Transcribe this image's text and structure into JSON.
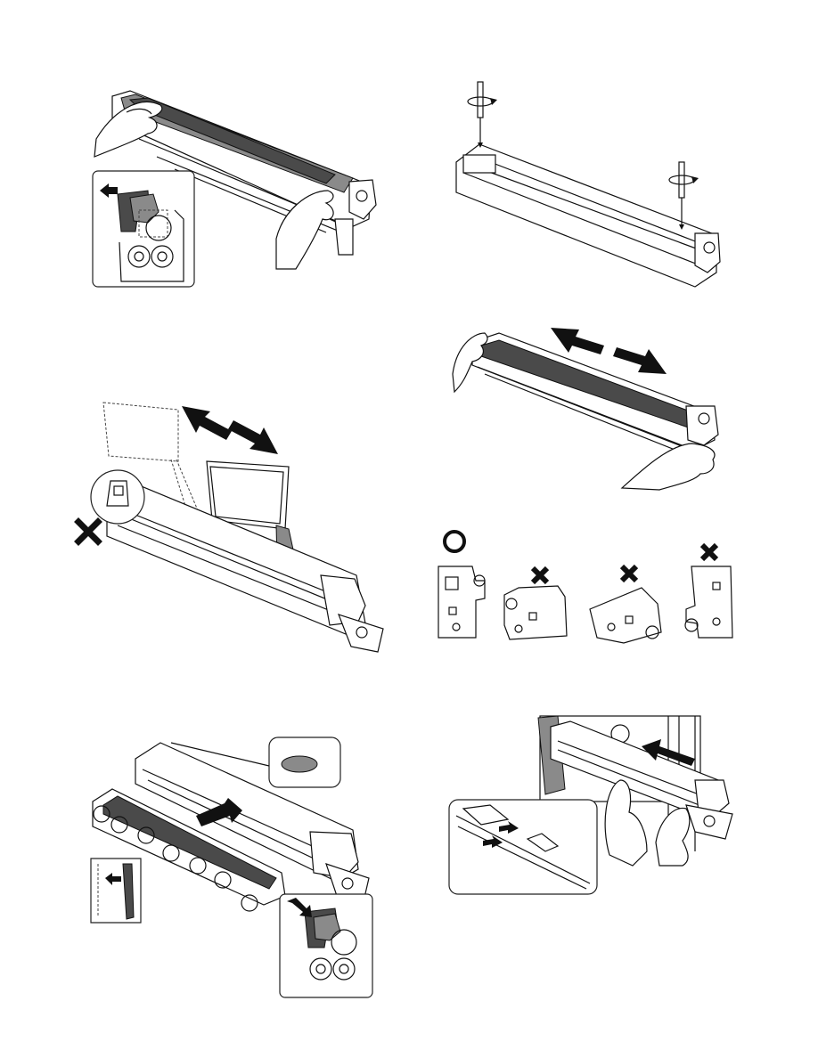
{
  "page": {
    "title": "",
    "panels": [
      {
        "id": "step-remove-cover-hands",
        "inset": "inset-push-left"
      },
      {
        "id": "step-tighten-screws"
      },
      {
        "id": "step-wipe-unit",
        "mark": "x"
      },
      {
        "id": "step-slide-unit-hands"
      },
      {
        "id": "step-orientation-check",
        "marks": [
          "o",
          "x",
          "x",
          "x"
        ]
      },
      {
        "id": "step-attach-cover",
        "inset": "inset-push-right"
      },
      {
        "id": "step-insert-into-machine",
        "inset": "inset-rails"
      }
    ]
  },
  "colors": {
    "line": "#111111",
    "shade_dark": "#4a4a4a",
    "shade_mid": "#8a8a8a",
    "background": "#ffffff"
  },
  "icons": [
    "arrow-icon",
    "double-arrow-icon",
    "x-mark-icon",
    "o-mark-icon",
    "screwdriver-icon",
    "rotate-icon",
    "hand-icon"
  ]
}
